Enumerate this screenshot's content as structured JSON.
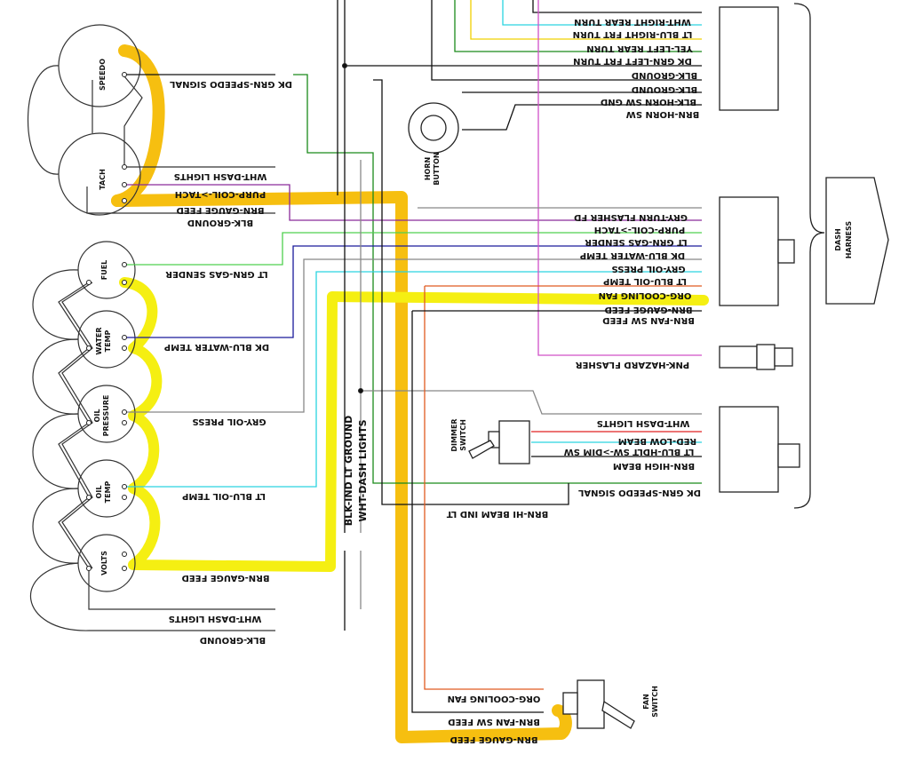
{
  "gauges": {
    "speedo": "SPEEDO",
    "tach": "TACH",
    "fuel": "FUEL",
    "water_temp": [
      "WATER",
      "TEMP"
    ],
    "oil_pressure": [
      "OIL",
      "PRESSURE"
    ],
    "oil_temp": [
      "OIL",
      "TEMP"
    ],
    "volts": "VOLTS"
  },
  "components": {
    "horn_button": [
      "HORN",
      "BUTTON"
    ],
    "dimmer_switch": [
      "DIMMER",
      "SWITCH"
    ],
    "fan_switch": [
      "FAN",
      "SWITCH"
    ],
    "dash_harness": [
      "DASH",
      "HARNESS"
    ]
  },
  "vertical_labels": {
    "ground": "BLK-IND LT GROUND",
    "dash_lights": "WHT-DASH LIGHTS"
  },
  "wires_left": {
    "speedo_signal": "DK GRN-SPEEDO SIGNAL",
    "tach_dash_lights": "WHT-DASH LIGHTS",
    "tach_coil": "PURP-COIL->TACH",
    "tach_gauge_feed": "BRN-GAUGE FEED",
    "tach_ground": "BLK-GROUND",
    "gas_sender": "LT GRN-GAS SENDER",
    "water_temp": "DK BLU-WATER TEMP",
    "oil_press": "GRY-OIL PRESS",
    "oil_temp": "LT BLU-OIL TEMP",
    "volts_gauge_feed": "BRN-GAUGE FEED",
    "dash_lights": "WHT-DASH LIGHTS",
    "ground": "BLK-GROUND"
  },
  "wires_right_top": {
    "right_rear_turn": "WHT-RIGHT REAR TURN",
    "right_frt_turn": "LT BLU-RIGHT FRT TURN",
    "left_rear_turn": "YEL-LEFT REAR TURN",
    "left_frt_turn": "DK GRN-LEFT FRT TURN",
    "ground1": "BLK-GROUND",
    "ground2": "BLK-GROUND",
    "horn_sw_gnd": "BLK-HORN SW GND",
    "horn_sw": "BRN-HORN SW"
  },
  "wires_right_mid": {
    "turn_flasher_fd": "GRY-TURN FLASHER FD",
    "coil_tach": "PURP-COIL->TACH",
    "gas_sender": "LT GRN-GAS SENDER",
    "water_temp": "DK BLU-WATER TEMP",
    "oil_press": "GRY-OIL PRESS",
    "oil_temp": "LT BLU-OIL TEMP",
    "cooling_fan": "ORG-COOLING FAN",
    "gauge_feed": "BRN-GAUGE FEED",
    "fan_sw_feed": "BRN-FAN SW FEED"
  },
  "wires_hazard": {
    "hazard_flasher": "PNK-HAZARD FLASHER"
  },
  "wires_right_low": {
    "dash_lights": "WHT-DASH LIGHTS",
    "low_beam": "RED-LOW BEAM",
    "hdlt_sw_dim_sw": "LT BLU-HDLT SW->DIM SW",
    "high_beam": "BRN-HIGH BEAM",
    "speedo_signal": "DK GRN-SPEEDO SIGNAL",
    "hi_beam_ind": "BRN-HI BEAM IND LT"
  },
  "wires_bottom": {
    "cooling_fan": "ORG-COOLING FAN",
    "fan_sw_feed": "BRN-FAN SW FEED",
    "gauge_feed": "BRN-GAUGE FEED"
  },
  "colors": {
    "highlight_orange": "#f6bf10",
    "highlight_yellow": "#f5ef12",
    "wire_black": "#111111",
    "wire_green": "#1a8a1a",
    "wire_light_green": "#4fd04f",
    "wire_purple": "#8a2a9a",
    "wire_blue": "#1a1a9a",
    "wire_cyan": "#2ad4e0",
    "wire_gray": "#888888",
    "wire_orange": "#e05a20",
    "wire_pink": "#d050c8",
    "wire_yellow": "#f0d000",
    "wire_red": "#e02020"
  }
}
